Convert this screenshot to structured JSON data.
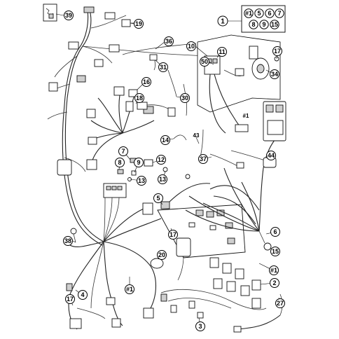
{
  "legend": {
    "main_number": "1",
    "first_row": [
      "#1",
      "5",
      "6",
      "7"
    ],
    "second_row": [
      "8",
      "9",
      "15"
    ]
  },
  "callouts": [
    {
      "id": "c39",
      "label": "39"
    },
    {
      "id": "c19",
      "label": "19"
    },
    {
      "id": "c36",
      "label": "36"
    },
    {
      "id": "c10",
      "label": "10"
    },
    {
      "id": "c11",
      "label": "11"
    },
    {
      "id": "c50",
      "label": "50"
    },
    {
      "id": "c17a",
      "label": "17"
    },
    {
      "id": "c34",
      "label": "34"
    },
    {
      "id": "c31",
      "label": "31"
    },
    {
      "id": "c16",
      "label": "16"
    },
    {
      "id": "c18",
      "label": "18"
    },
    {
      "id": "c30",
      "label": "30"
    },
    {
      "id": "c14",
      "label": "14"
    },
    {
      "id": "c44",
      "label": "44"
    },
    {
      "id": "c7",
      "label": "7"
    },
    {
      "id": "c12",
      "label": "12"
    },
    {
      "id": "c8",
      "label": "8"
    },
    {
      "id": "c9",
      "label": "9"
    },
    {
      "id": "c37",
      "label": "37"
    },
    {
      "id": "c13a",
      "label": "13"
    },
    {
      "id": "c13b",
      "label": "13"
    },
    {
      "id": "c5",
      "label": "5"
    },
    {
      "id": "c17b",
      "label": "17"
    },
    {
      "id": "c6",
      "label": "6"
    },
    {
      "id": "c38",
      "label": "38"
    },
    {
      "id": "c15",
      "label": "15"
    },
    {
      "id": "c20",
      "label": "20"
    },
    {
      "id": "c1b",
      "label": "#1"
    },
    {
      "id": "c2",
      "label": "2"
    },
    {
      "id": "c1c",
      "label": "#1"
    },
    {
      "id": "c4",
      "label": "4"
    },
    {
      "id": "c17c",
      "label": "17"
    },
    {
      "id": "c27",
      "label": "27"
    },
    {
      "id": "c3",
      "label": "3"
    }
  ],
  "plain_labels": [
    {
      "id": "p43",
      "label": "43"
    },
    {
      "id": "p1a",
      "label": "#1"
    }
  ]
}
